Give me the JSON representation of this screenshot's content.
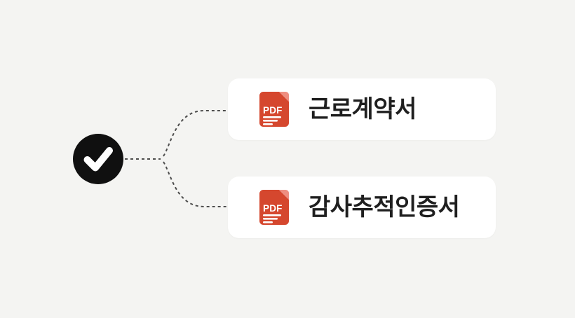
{
  "canvas": {
    "background_color": "#f4f4f2"
  },
  "check_node": {
    "icon": "checkmark",
    "circle_color": "#101010",
    "check_color": "#ffffff"
  },
  "connector": {
    "style": "dashed",
    "color": "#4d4d4d"
  },
  "cards": {
    "background_color": "#ffffff",
    "label_color": "#1f1f1f"
  },
  "documents": [
    {
      "label": "근로계약서",
      "file_type": "PDF",
      "icon": "pdf-file-icon",
      "icon_color": "#d5472e",
      "icon_fold_color": "#ee8e80",
      "icon_text_color": "#ffffff"
    },
    {
      "label": "감사추적인증서",
      "file_type": "PDF",
      "icon": "pdf-file-icon",
      "icon_color": "#d5472e",
      "icon_fold_color": "#ee8e80",
      "icon_text_color": "#ffffff"
    }
  ]
}
